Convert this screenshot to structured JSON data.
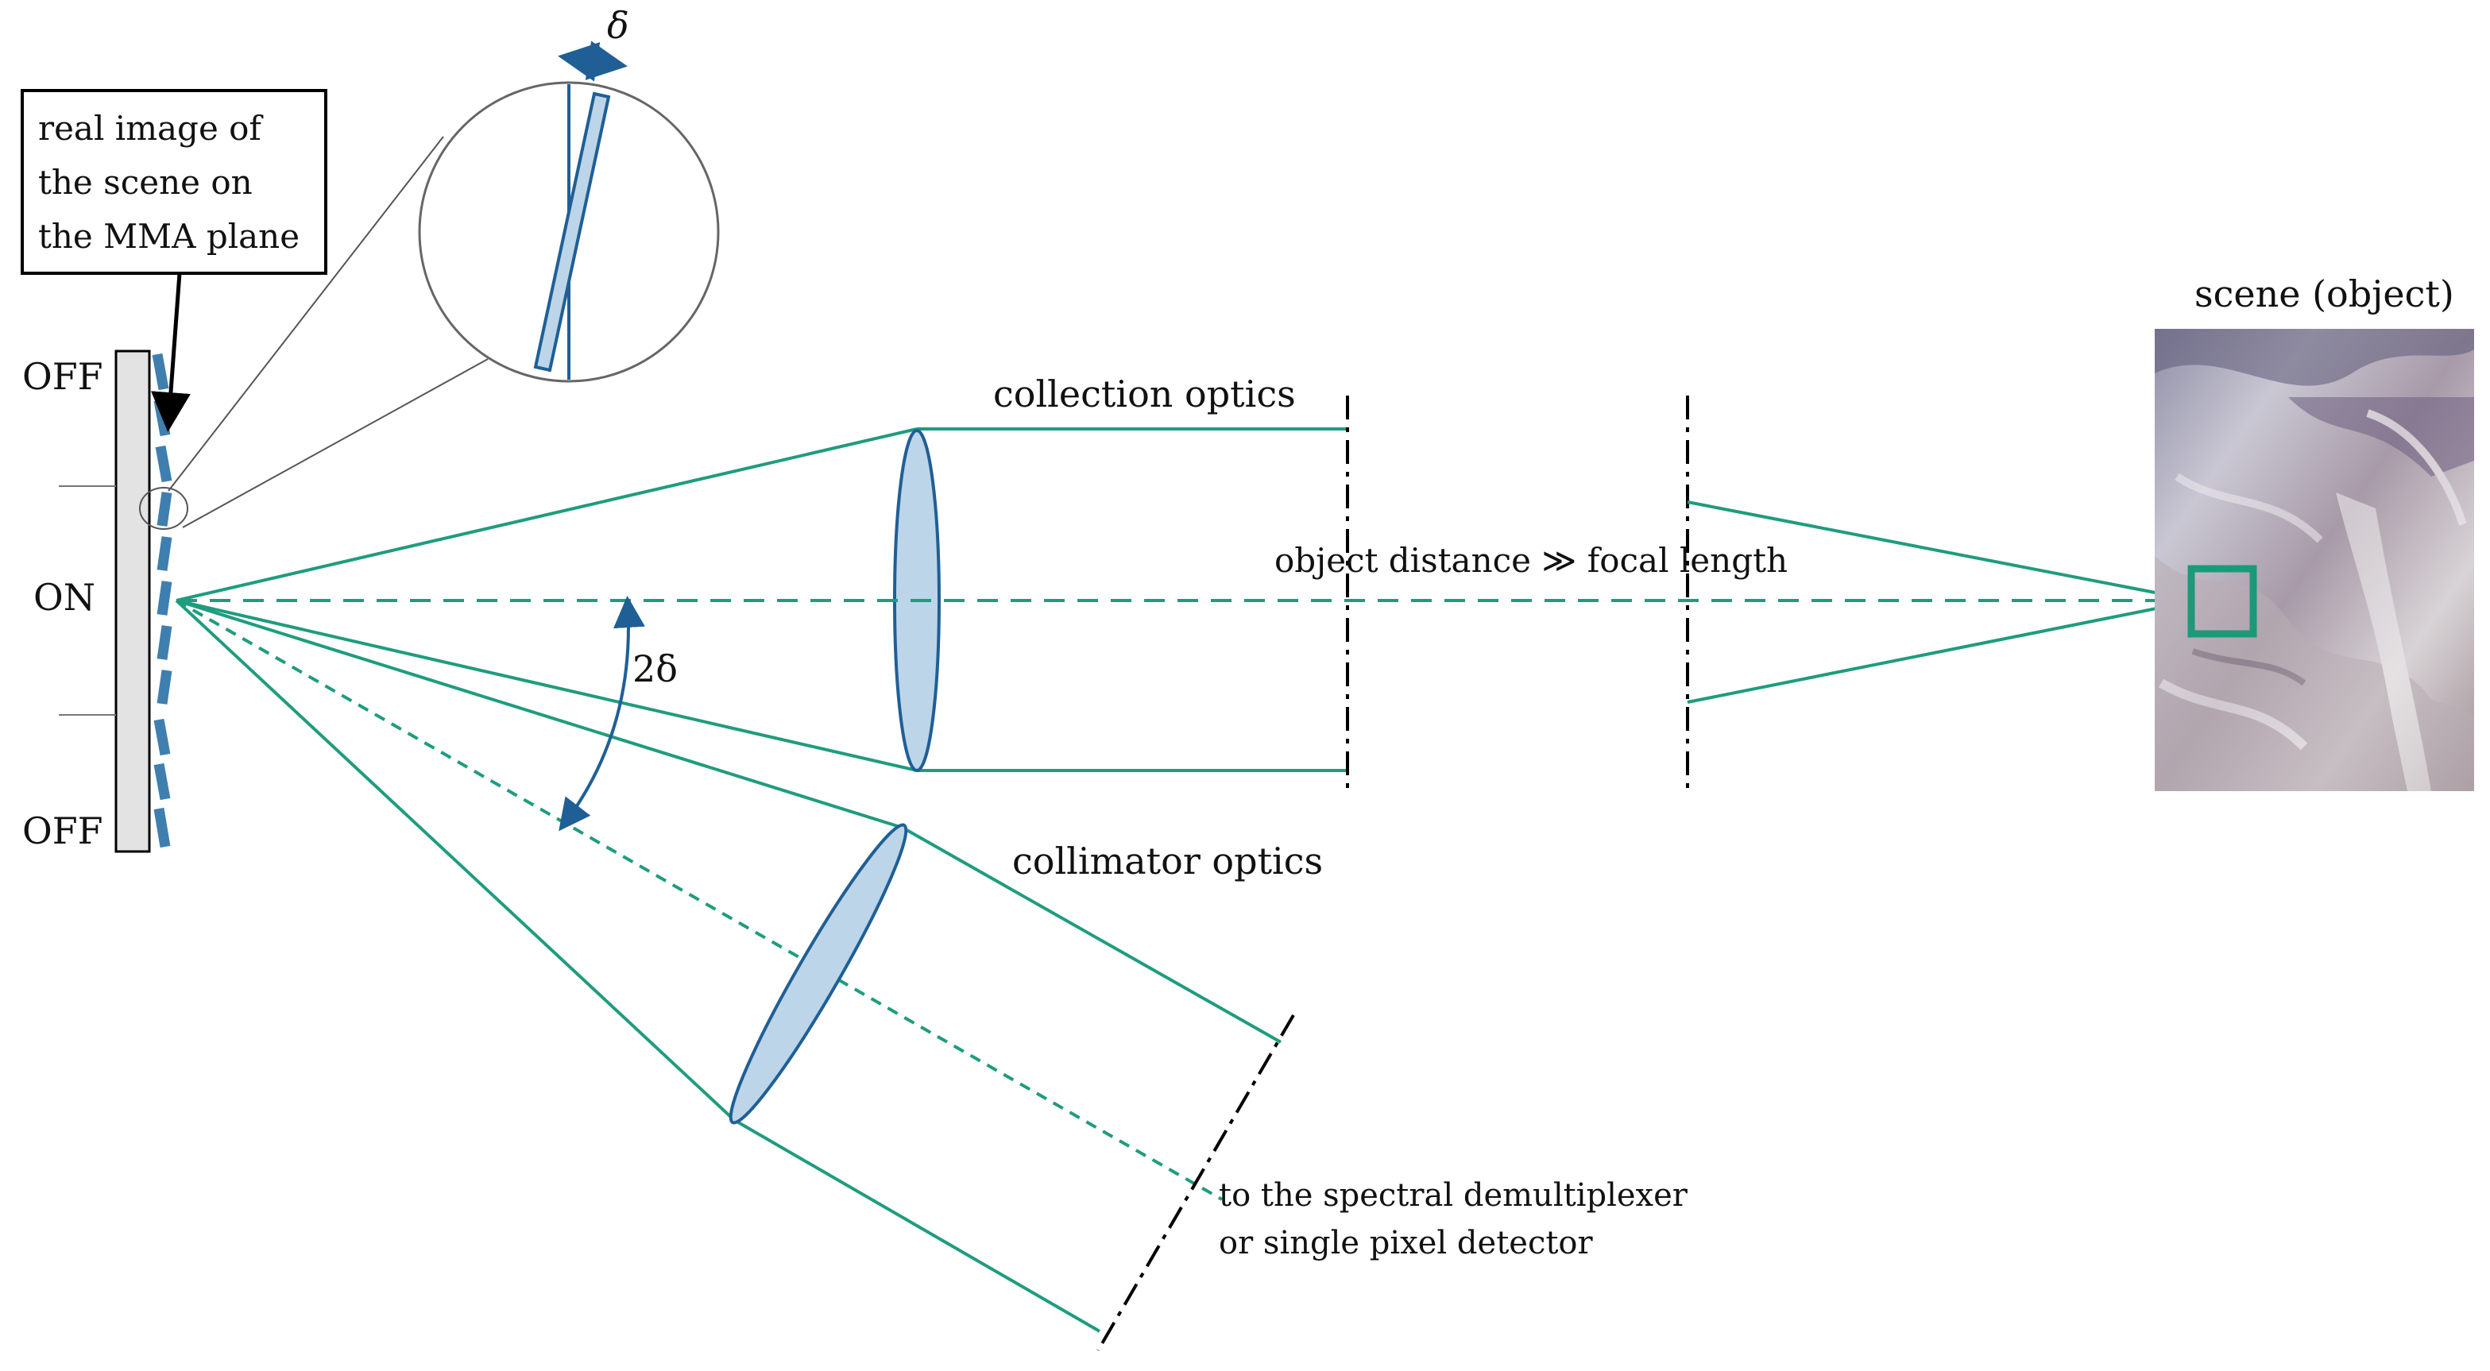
{
  "labels": {
    "mma_callout_line1": "real image of",
    "mma_callout_line2": "the scene on",
    "mma_callout_line3": "the MMA plane",
    "off_top": "OFF",
    "on": "ON",
    "off_bottom": "OFF",
    "delta": "δ",
    "two_delta": "2δ",
    "collection_optics": "collection optics",
    "collimator_optics": "collimator optics",
    "object_distance": "object distance ≫ focal length",
    "scene": "scene (object)",
    "detector_line1": "to the spectral demultiplexer",
    "detector_line2": "or single pixel detector"
  },
  "colors": {
    "beam_green": "#1f9c7e",
    "mirror_blue": "#3f7fb0",
    "lens_fill": "#bcd5e8",
    "lens_stroke": "#1f5f96",
    "arrow_blue": "#1f5f96",
    "scene_box": "#1a9a78"
  },
  "icons": {
    "scene_image": "aerial-terrain-photo",
    "delta_arrow": "double-headed-arrow",
    "angle_arrow": "curved-double-arrow"
  }
}
